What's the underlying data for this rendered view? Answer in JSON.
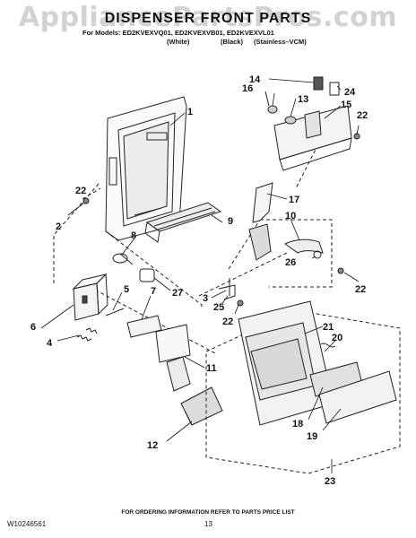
{
  "header": {
    "watermark": "AppliancePartsPros.com",
    "title": "DISPENSER FRONT PARTS",
    "models_line": "For Models: ED2KVEXVQ01, ED2KVEXVB01, ED2KVEXVL01",
    "variants": [
      "(White)",
      "(Black)",
      "(Stainless–VCM)"
    ]
  },
  "callouts": [
    "1",
    "2",
    "3",
    "4",
    "5",
    "6",
    "7",
    "8",
    "9",
    "10",
    "11",
    "12",
    "13",
    "14",
    "15",
    "16",
    "17",
    "18",
    "19",
    "20",
    "21",
    "22",
    "22",
    "22",
    "22",
    "23",
    "24",
    "25",
    "26",
    "27"
  ],
  "footer": {
    "note": "FOR ORDERING INFORMATION REFER TO PARTS PRICE LIST",
    "doc_number": "W10246561",
    "page_number": "13"
  }
}
